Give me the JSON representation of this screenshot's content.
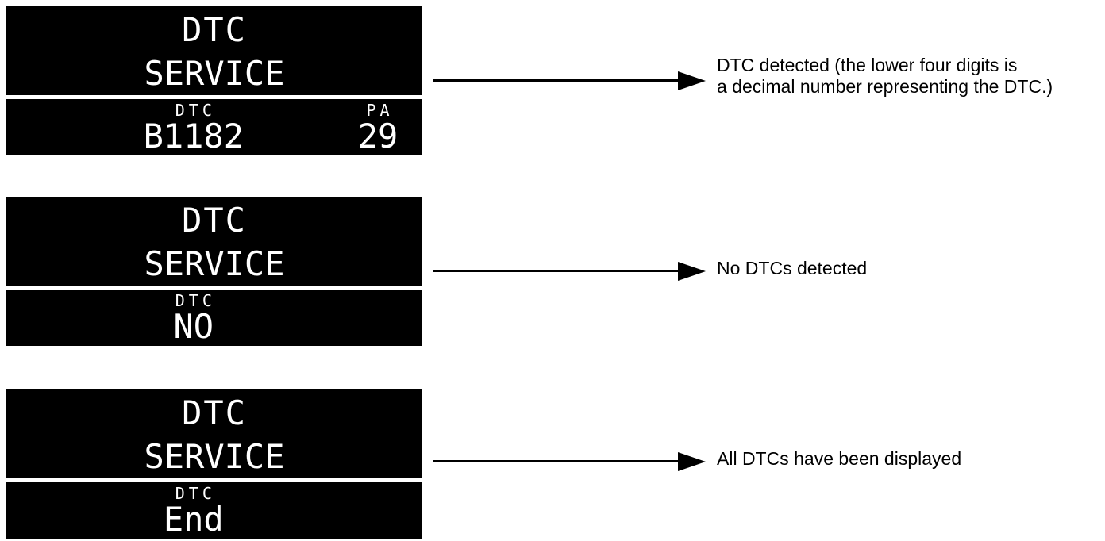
{
  "colors": {
    "background": "#ffffff",
    "panel_bg": "#000000",
    "panel_text": "#ffffff",
    "arrow": "#000000",
    "caption_text": "#000000"
  },
  "panels": [
    {
      "title": "DTC",
      "subtitle": "SERVICE",
      "left_field": {
        "label": "DTC",
        "value": "B1182"
      },
      "right_field": {
        "label": "PA",
        "value": "29"
      },
      "caption_lines": [
        "DTC detected (the lower four digits is",
        "a decimal number representing the DTC.)"
      ]
    },
    {
      "title": "DTC",
      "subtitle": "SERVICE",
      "left_field": {
        "label": "DTC",
        "value": "NO"
      },
      "caption_lines": [
        "No DTCs detected"
      ]
    },
    {
      "title": "DTC",
      "subtitle": "SERVICE",
      "left_field": {
        "label": "DTC",
        "value": "End"
      },
      "caption_lines": [
        "All DTCs have been displayed"
      ]
    }
  ]
}
